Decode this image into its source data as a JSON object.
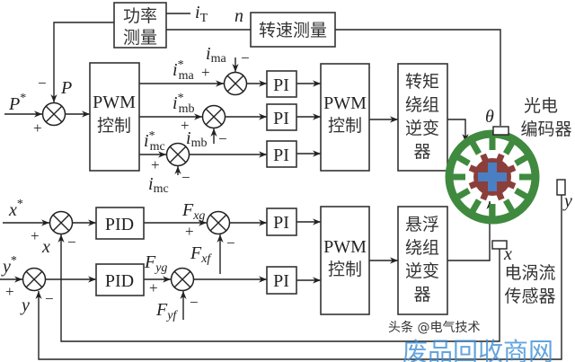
{
  "blocks": {
    "power_measure": [
      "功率",
      "测量"
    ],
    "speed_measure": "转速测量",
    "pwm_main": [
      "PWM",
      "控制"
    ],
    "pwm_torque": [
      "PWM",
      "控制"
    ],
    "pwm_suspension": [
      "PWM",
      "控制"
    ],
    "torque_inverter": [
      "转矩",
      "绕组",
      "逆变",
      "器"
    ],
    "suspension_inverter": [
      "悬浮",
      "绕组",
      "逆变",
      "器"
    ],
    "pi": "PI",
    "pid": "PID",
    "encoder": [
      "光电",
      "编码器"
    ],
    "eddy_sensor": [
      "电涡流",
      "传感器"
    ]
  },
  "signals": {
    "iT": {
      "main": "i",
      "sub": "T"
    },
    "n": "n",
    "P_ref": {
      "main": "P",
      "sup": "*"
    },
    "P": "P",
    "ima_ref": {
      "main": "i",
      "sup": "*",
      "sub": "ma"
    },
    "imb_ref": {
      "main": "i",
      "sup": "*",
      "sub": "mb"
    },
    "imc_ref": {
      "main": "i",
      "sup": "*",
      "sub": "mc"
    },
    "ima": {
      "main": "i",
      "sub": "ma"
    },
    "imb": {
      "main": "i",
      "sub": "mb"
    },
    "imc": {
      "main": "i",
      "sub": "mc"
    },
    "x_ref": {
      "main": "x",
      "sup": "*"
    },
    "y_ref": {
      "main": "y",
      "sup": "*"
    },
    "x": "x",
    "y": "y",
    "Fxg": {
      "main": "F",
      "sub": "xg"
    },
    "Fxf": {
      "main": "F",
      "sub": "xf"
    },
    "Fyg": {
      "main": "F",
      "sub": "yg"
    },
    "Fyf": {
      "main": "F",
      "sub": "yf"
    },
    "theta": "θ"
  },
  "signs": {
    "plus": "+",
    "minus": "−"
  },
  "colors": {
    "stator": "#3f8a3f",
    "rotor": "#8b3f3a",
    "shaft": "#4a7fc4"
  },
  "watermark": {
    "source": "头条 @电气技术",
    "overlay": "废品回收商网"
  }
}
